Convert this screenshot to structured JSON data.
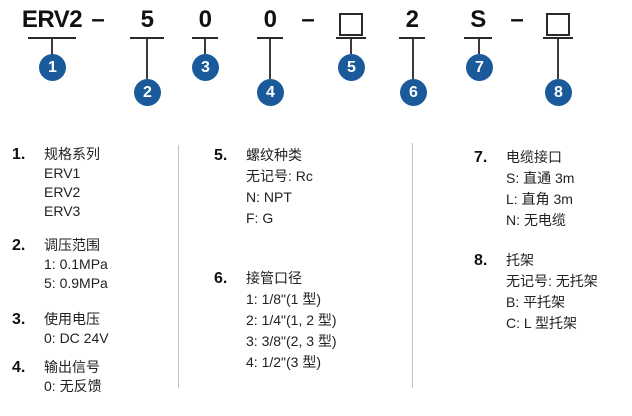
{
  "code": {
    "family": "ERV2",
    "dash": "–",
    "pressure_digit": "5",
    "voltage_digit": "0",
    "output_digit": "0",
    "port_digit": "2",
    "cable_letter": "S"
  },
  "markers": [
    "1",
    "2",
    "3",
    "4",
    "5",
    "6",
    "7",
    "8"
  ],
  "sections": [
    {
      "num": "1.",
      "title": "规格系列",
      "items": [
        "ERV1",
        "ERV2",
        "ERV3"
      ]
    },
    {
      "num": "2.",
      "title": "调压范围",
      "items": [
        "1: 0.1MPa",
        "5: 0.9MPa"
      ]
    },
    {
      "num": "3.",
      "title": "使用电压",
      "items": [
        "0: DC 24V"
      ]
    },
    {
      "num": "4.",
      "title": "输出信号",
      "items": [
        "0: 无反馈"
      ]
    },
    {
      "num": "5.",
      "title": "螺纹种类",
      "items": [
        "无记号: Rc",
        "N: NPT",
        "F: G"
      ]
    },
    {
      "num": "6.",
      "title": "接管口径",
      "items": [
        "1: 1/8\"(1 型)",
        "2: 1/4\"(1, 2 型)",
        "3: 3/8\"(2, 3 型)",
        "4: 1/2\"(3 型)"
      ]
    },
    {
      "num": "7.",
      "title": "电缆接口",
      "items": [
        "S: 直通 3m",
        "L: 直角 3m",
        "N: 无电缆"
      ]
    },
    {
      "num": "8.",
      "title": "托架",
      "items": [
        "无记号: 无托架",
        "B: 平托架",
        "C: L 型托架"
      ]
    }
  ],
  "colors": {
    "marker_blue": "#1a5a9a",
    "divider": "#b5c7d6",
    "line": "#2a2a2a",
    "text": "#1a1a1a"
  }
}
